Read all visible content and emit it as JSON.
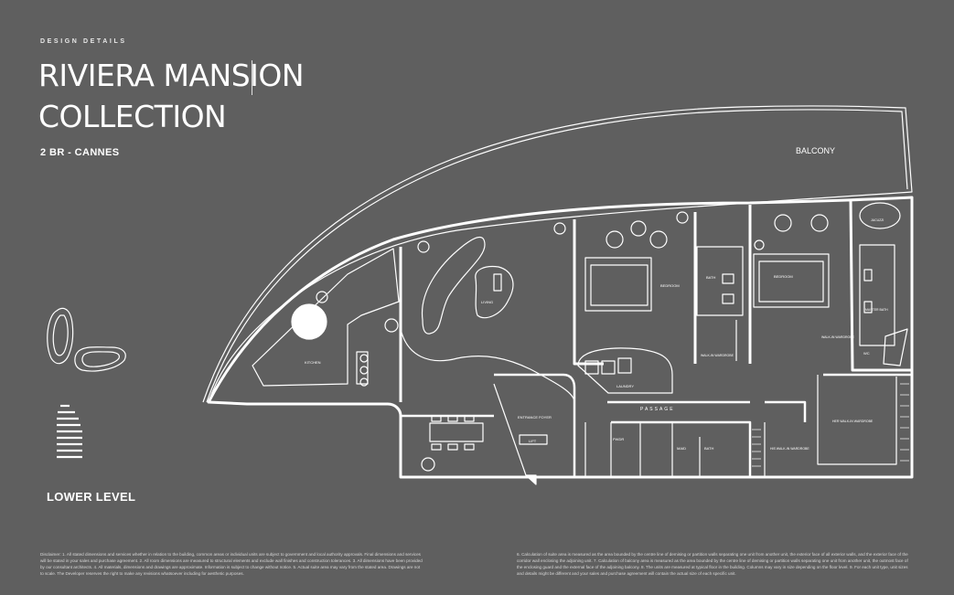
{
  "header": {
    "eyebrow": "DESIGN DETAILS",
    "title_line1": "RIVIERA MANSION",
    "title_line2": "COLLECTION",
    "unit_type": "2 BR - CANNES"
  },
  "level": "LOWER LEVEL",
  "plan": {
    "rooms": {
      "balcony": "BALCONY",
      "kitchen": "KITCHEN",
      "living": "LIVING",
      "bedroom_1": "BEDROOM",
      "bath": "BATH",
      "walkin_1": "WALK-IN WARDROBE",
      "bedroom_2": "BEDROOM",
      "jacuzzi": "JACUZZI",
      "master_bath": "MASTER BATH",
      "walkin_2": "WALK-IN WARDROBE",
      "laundry": "LAUNDRY",
      "passage": "PASSAGE",
      "entrance_foyer": "ENTRANCE FOYER",
      "lift": "LIFT",
      "powder": "PWDR",
      "maid": "MAID",
      "bath_1": "BATH",
      "his_walkin": "HIS WALK-IN WARDROBE",
      "her_walkin": "HER WALK-IN WARDROBE",
      "wc": "WC"
    }
  },
  "disclaimer": {
    "left": "Disclaimer: 1. All stated dimensions and services whether in relation to the building, common areas or individual units are subject to government and local authority approvals. Final dimensions and services will be stated in your sales and purchase agreement. 2. All room dimensions are measured to structural elements and exclude wall finishes and construction tolerances. 3. All dimensions have been provided by our consultant architects. 4. All materials, dimensions and drawings are approximate. Information is subject to change without notice. 5. Actual suite area may vary from the stated area. Drawings are not to scale. The Developer reserves the right to make any revisions whatsoever including for aesthetic purposes.",
    "right": "6. Calculation of suite area is measured as the area bounded by the centre line of demising or partition walls separating one unit from another unit, the exterior face of all exterior walls, and the exterior face of the corridor wall enclosing the adjoining unit. 7. Calculation of balcony area is measured as the area bounded by the centre line of demising or partition walls separating one unit from another unit, the outmost face of the enclosing guard and the external face of the adjoining balcony. 8. The units are measured at typical floor in the building. Columns may vary in size depending on the floor level. 9. For each unit type, unit sizes and details might be different and your sales and purchase agreement will contain the actual size of each specific unit."
  },
  "colors": {
    "background": "#5f5f5f",
    "line": "#ffffff",
    "text": "#ffffff"
  }
}
